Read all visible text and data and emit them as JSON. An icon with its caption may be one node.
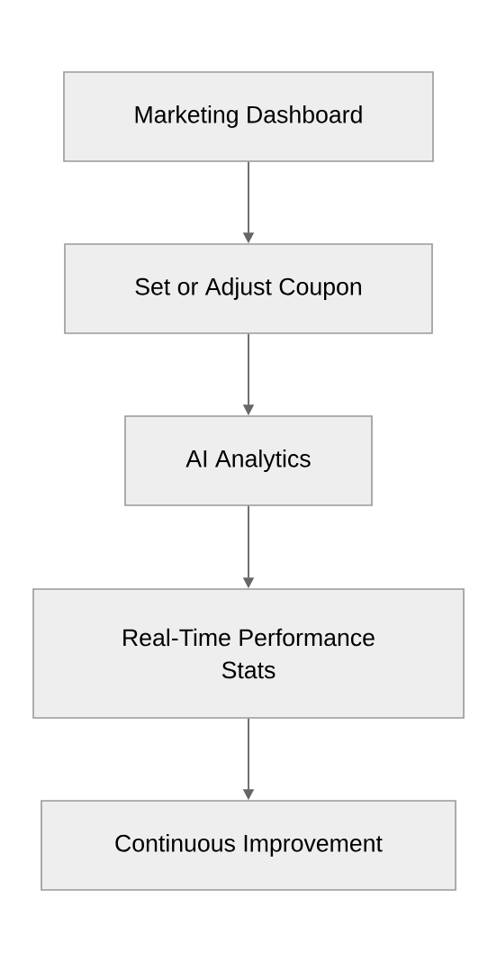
{
  "diagram": {
    "nodes": [
      {
        "text": [
          "Marketing Dashboard"
        ]
      },
      {
        "text": [
          "Set or Adjust Coupon"
        ]
      },
      {
        "text": [
          "AI Analytics"
        ]
      },
      {
        "text": [
          "Real-Time Performance Stats"
        ]
      },
      {
        "text": [
          "Continuous Improvement"
        ]
      }
    ],
    "edges": [
      {
        "from": 0,
        "to": 1,
        "arrow": "to"
      },
      {
        "from": 1,
        "to": 2,
        "arrow": "to"
      },
      {
        "from": 2,
        "to": 3,
        "arrow": "to"
      },
      {
        "from": 3,
        "to": 4,
        "arrow": "to"
      }
    ]
  }
}
